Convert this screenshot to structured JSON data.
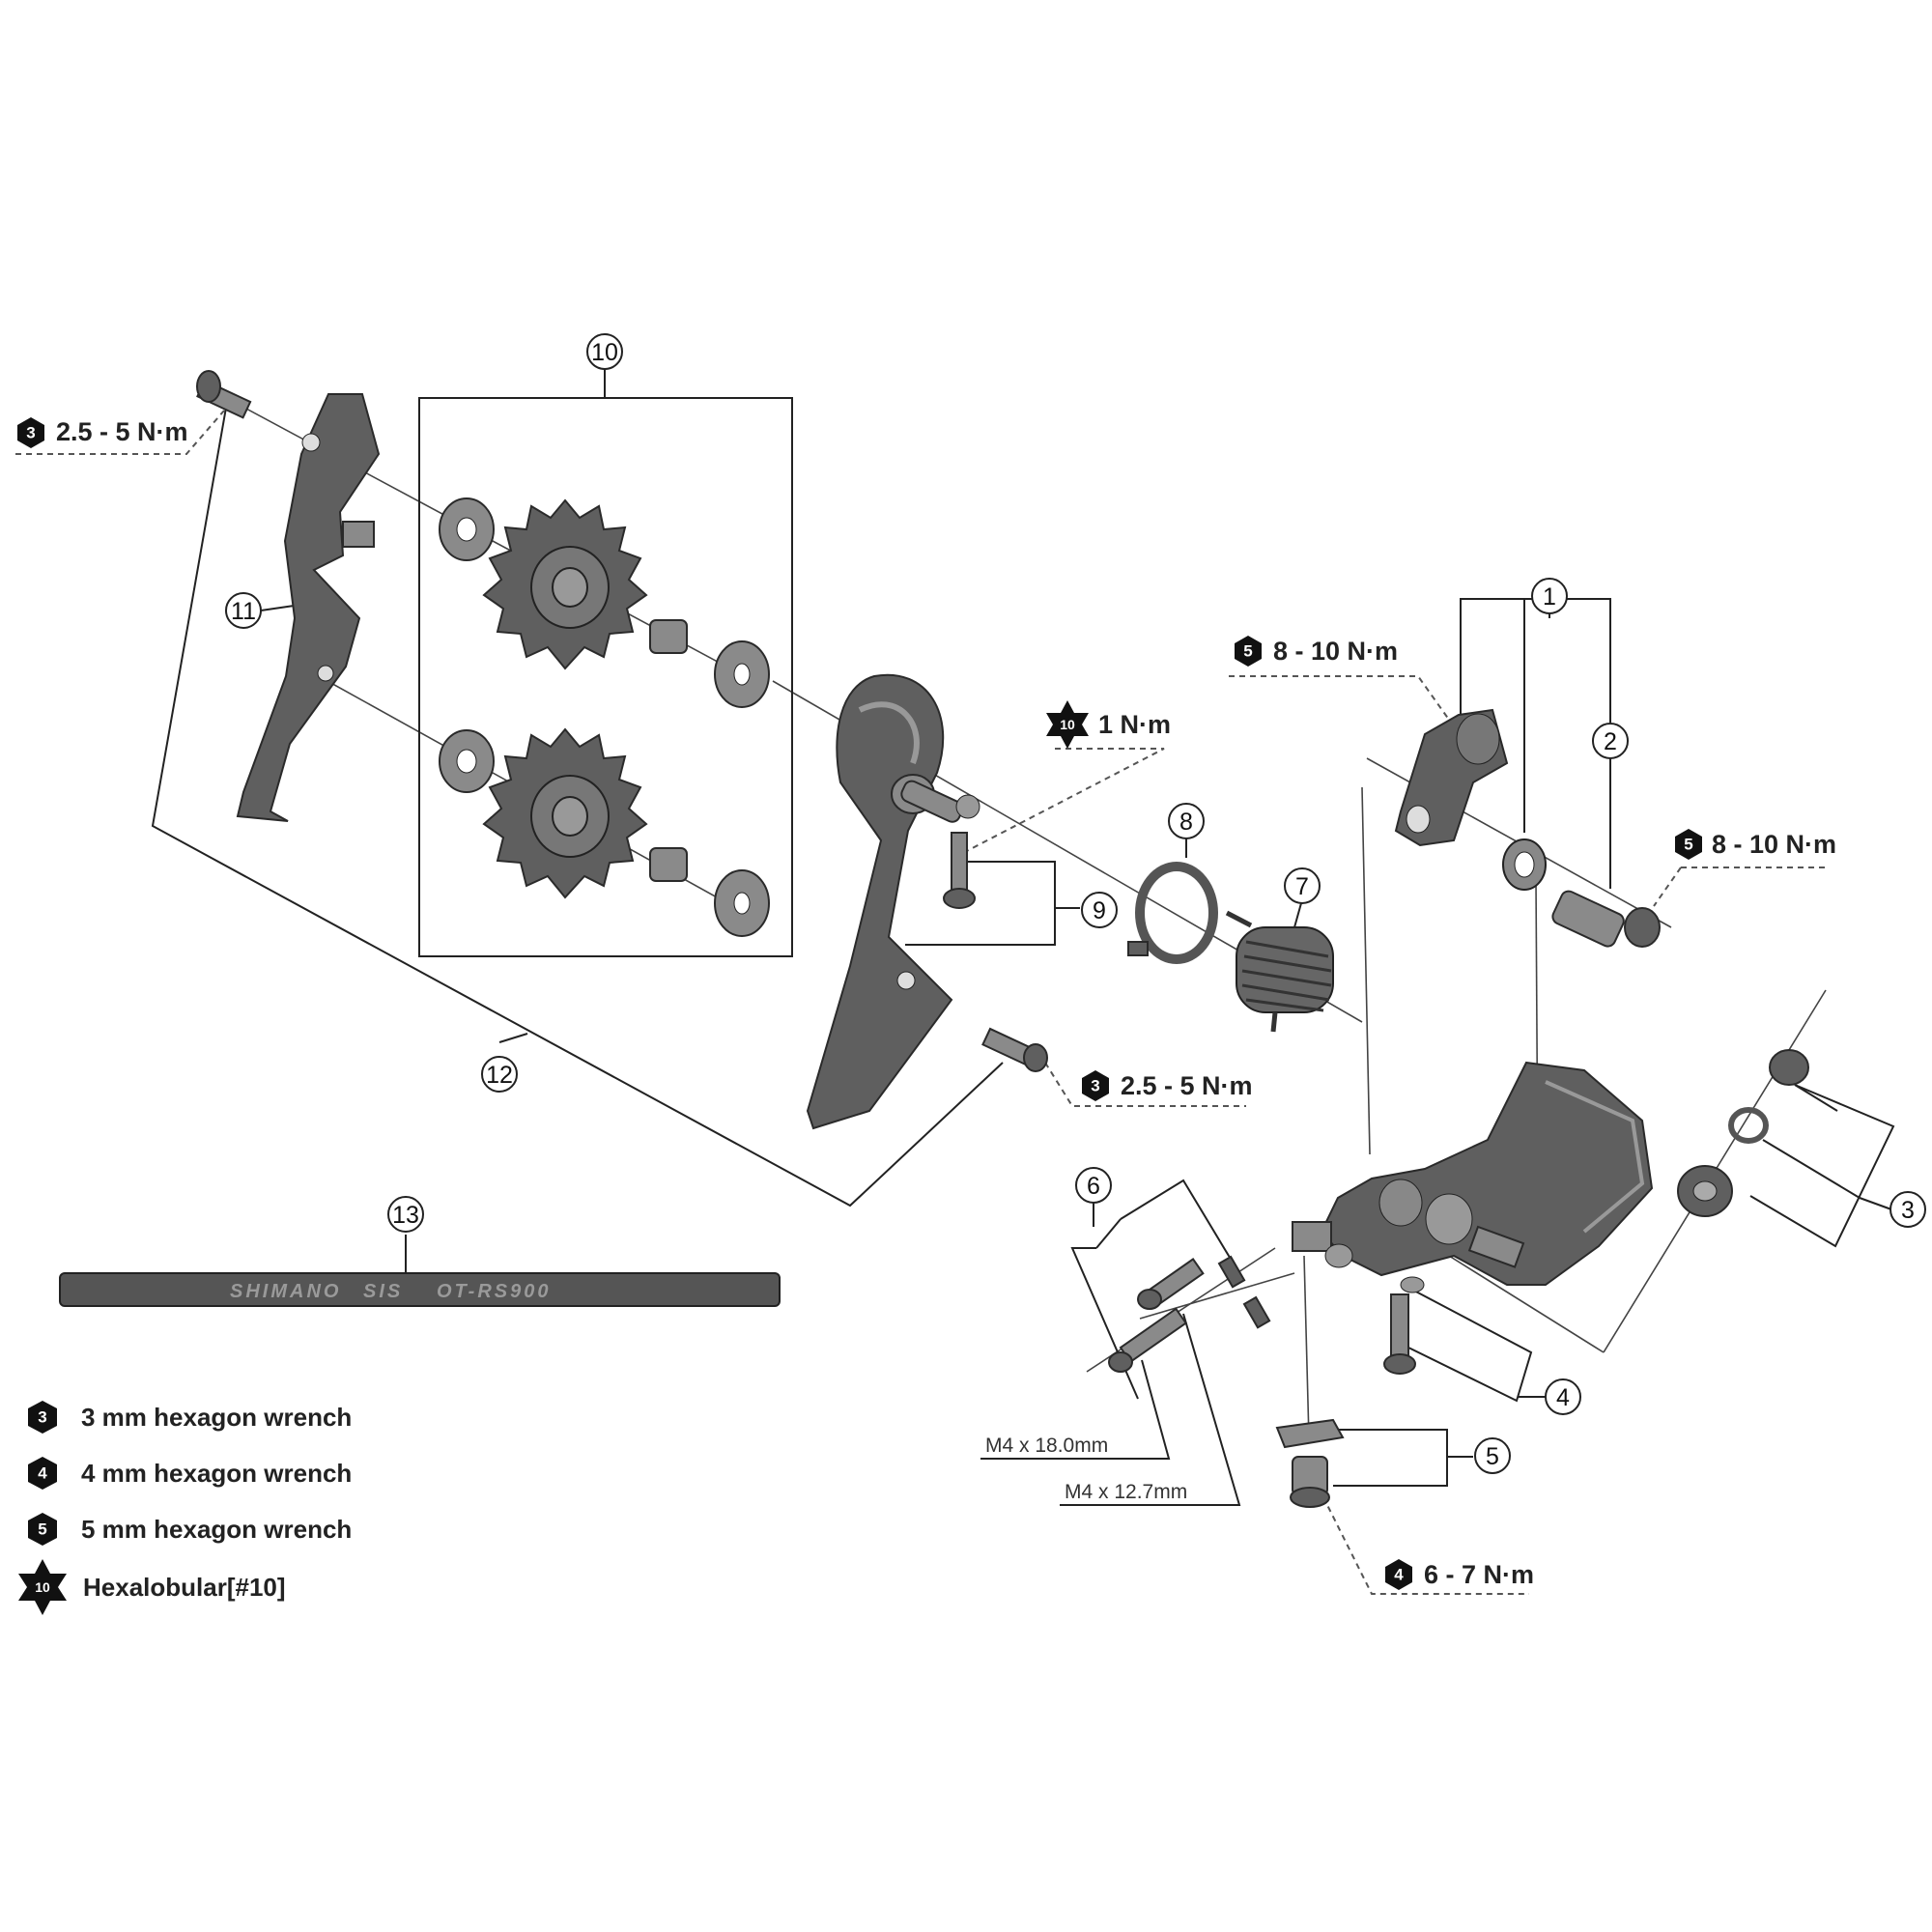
{
  "callouts": {
    "c1": "1",
    "c2": "2",
    "c3": "3",
    "c4": "4",
    "c5": "5",
    "c6": "6",
    "c7": "7",
    "c8": "8",
    "c9": "9",
    "c10": "10",
    "c11": "11",
    "c12": "12",
    "c13": "13"
  },
  "torques": {
    "t_plate_top": {
      "tool": "3",
      "value": "2.5 - 5 N·m"
    },
    "t_bracket": {
      "tool": "5",
      "value": "8 - 10 N·m"
    },
    "t_hexalobular": {
      "tool": "10",
      "value": "1 N·m"
    },
    "t_axle": {
      "tool": "5",
      "value": "8 - 10 N·m"
    },
    "t_plate_bottom": {
      "tool": "3",
      "value": "2.5 - 5 N·m"
    },
    "t_end_bolt": {
      "tool": "4",
      "value": "6 - 7 N·m"
    }
  },
  "bolt_labels": {
    "long": "M4 x 18.0mm",
    "short": "M4 x 12.7mm"
  },
  "cable_text": {
    "brand": "SHIMANO",
    "system": "SIS",
    "model": "OT-RS900"
  },
  "legend": [
    {
      "tool": "3",
      "label": "3 mm hexagon wrench",
      "icon": "hexagon-icon"
    },
    {
      "tool": "4",
      "label": "4 mm hexagon wrench",
      "icon": "hexagon-icon"
    },
    {
      "tool": "5",
      "label": "5 mm hexagon wrench",
      "icon": "hexagon-icon"
    },
    {
      "tool": "10",
      "label": "Hexalobular[#10]",
      "icon": "hexalobular-star-icon"
    }
  ]
}
